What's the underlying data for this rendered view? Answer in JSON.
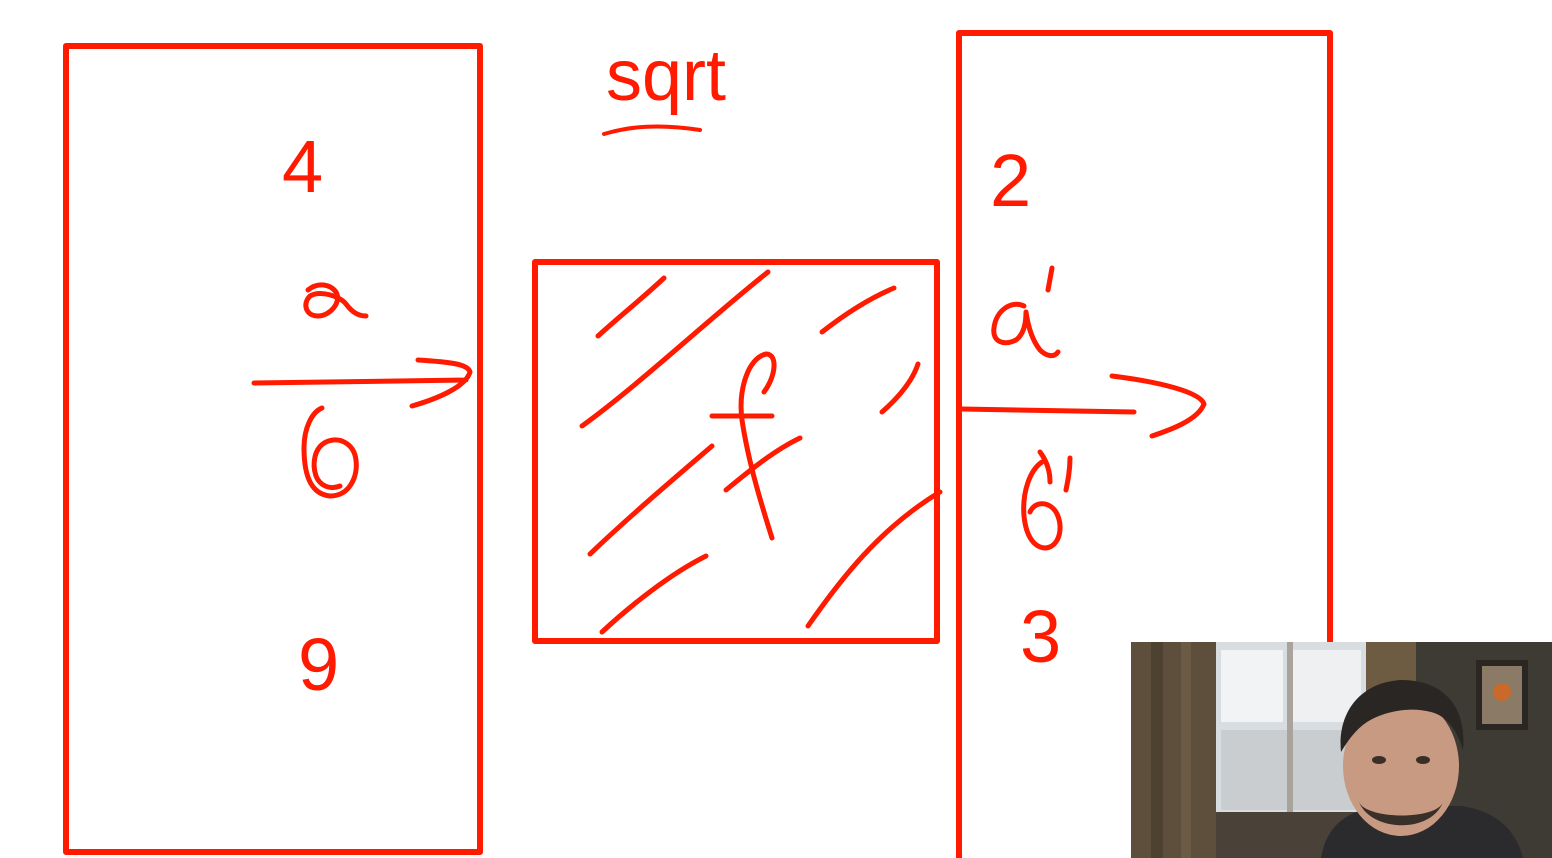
{
  "function_label": "sqrt",
  "input_set": {
    "top_value": "4",
    "bottom_value": "9",
    "arrow_label_top": "a",
    "arrow_label_bottom": "b"
  },
  "function_box": {
    "label": "f"
  },
  "output_set": {
    "top_value": "2",
    "bottom_value": "3",
    "arrow_label_top": "a'",
    "arrow_label_bottom": "b'"
  },
  "ink_color": "#ff1a00",
  "webcam": {
    "present": true
  }
}
